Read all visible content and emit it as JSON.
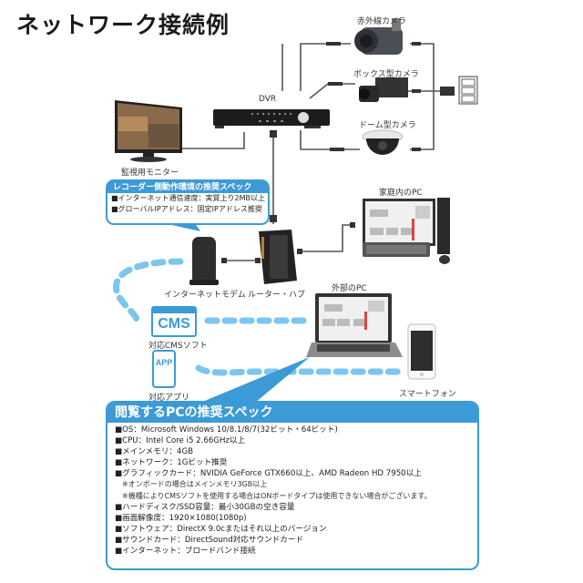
{
  "title": "ネットワーク接続例",
  "devices": {
    "dvr": "DVR",
    "monitor": "監視用モニター",
    "ir_camera": "赤外線カメラ",
    "box_camera": "ボックス型カメラ",
    "dome_camera": "ドーム型カメラ",
    "home_pc": "家庭内のPC",
    "modem": "インターネットモデム",
    "router": "ルーター・ハブ",
    "external_pc": "外部のPC",
    "cms": "対応CMSソフト",
    "cms_icon_text": "CMS",
    "app": "対応アプリ",
    "app_icon_text": "APP",
    "smartphone": "スマートフォン"
  },
  "recorder_spec": {
    "heading": "レコーダー側動作環境の推奨スペック",
    "items": [
      "■インターネット通信速度：実質上り2MB以上",
      "■グローバルIPアドレス：固定IPアドレス推奨"
    ]
  },
  "pc_spec": {
    "heading": "閲覧するPCの推奨スペック",
    "items": [
      "■OS：Microsoft Windows 10/8.1/8/7(32ビット・64ビット)",
      "■CPU：Intel Core i5 2.66GHz以上",
      "■メインメモリ：4GB",
      "■ネットワーク：1Gビット推奨",
      "■グラフィックカード：NVIDIA GeForce GTX660以上、AMD Radeon HD 7950以上"
    ],
    "notes": [
      "※オンボードの場合はメインメモリ3GB以上",
      "※機種によりCMSソフトを使用する場合はONボードタイプは使用できない場合がございます。"
    ],
    "items2": [
      "■ハードディスク/SSD容量：最小30GBの空き容量",
      "■画面解像度：1920×1080(1080p)",
      "■ソフトウェア：DirectX 9.0cまたはそれ以上のバージョン",
      "■サウンドカード：DirectSound対応サウンドカード",
      "■インターネット：ブロードバンド接続"
    ]
  },
  "colors": {
    "accent": "#3c9ad6",
    "wireless": "#7cc6ee",
    "cable": "#555555"
  }
}
